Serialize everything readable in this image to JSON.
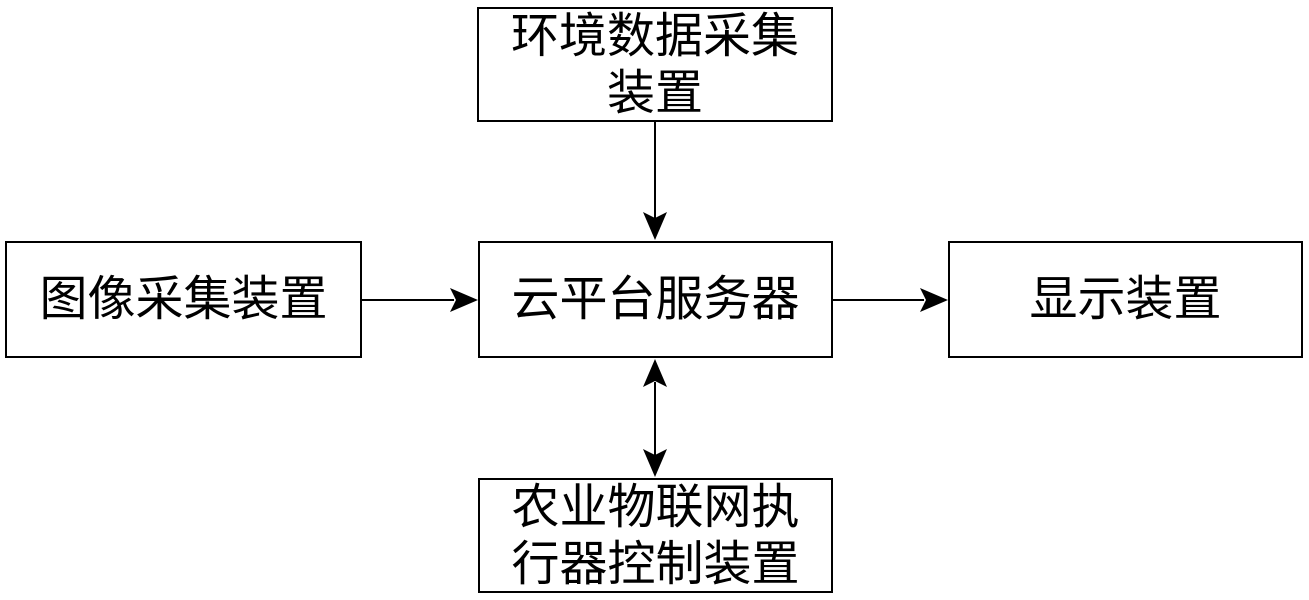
{
  "diagram": {
    "type": "block-diagram",
    "background_color": "#ffffff",
    "line_color": "#000000",
    "box_border_color": "#000000",
    "box_fill_color": "#ffffff",
    "text_color": "#000000",
    "nodes": {
      "env_data_collection": {
        "label": "环境数据采集\n装置",
        "full_name": "环境数据采集装置"
      },
      "image_collection": {
        "label": "图像采集装置",
        "full_name": "图像采集装置"
      },
      "cloud_server": {
        "label": "云平台服务器",
        "full_name": "云平台服务器"
      },
      "display_device": {
        "label": "显示装置",
        "full_name": "显示装置"
      },
      "iot_actuator_control": {
        "label": "农业物联网执\n行器控制装置",
        "full_name": "农业物联网执行器控制装置"
      }
    },
    "edges": [
      {
        "from": "env_data_collection",
        "to": "cloud_server",
        "direction": "down",
        "arrow": "single"
      },
      {
        "from": "image_collection",
        "to": "cloud_server",
        "direction": "right",
        "arrow": "single"
      },
      {
        "from": "cloud_server",
        "to": "display_device",
        "direction": "right",
        "arrow": "single"
      },
      {
        "from": "cloud_server",
        "to": "iot_actuator_control",
        "direction": "vertical",
        "arrow": "double"
      }
    ]
  }
}
